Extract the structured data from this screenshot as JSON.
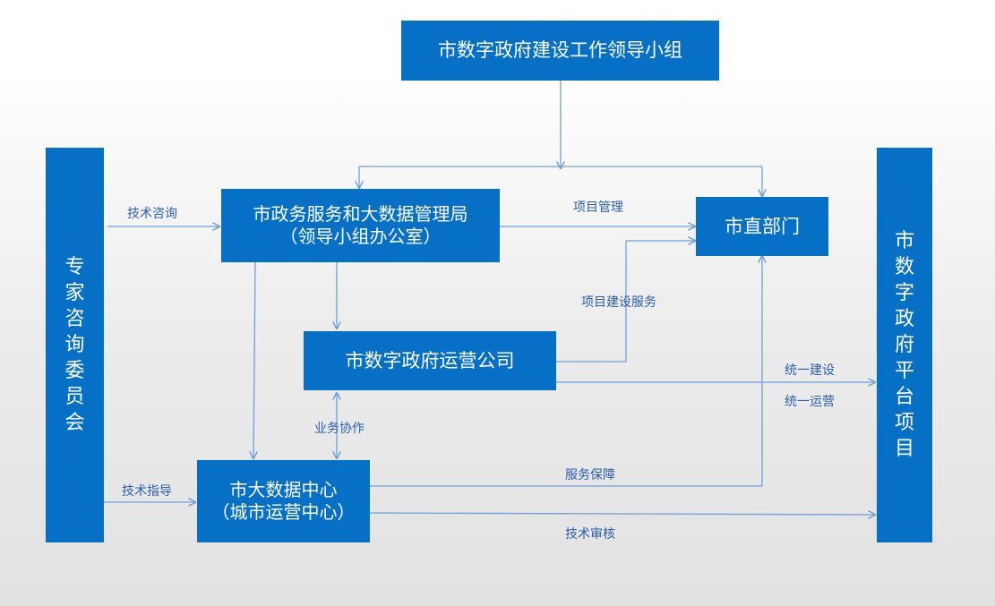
{
  "nodes": {
    "leading_group": "市数字政府建设工作领导小组",
    "bureau": "市政务服务和大数据管理局\n（领导小组办公室）",
    "city_departments": "市直部门",
    "operations_company": "市数字政府运营公司",
    "big_data_center": "市大数据中心\n（城市运营中心）",
    "expert_committee": "专家咨询委员会",
    "platform_project": "市数字政府平台项目"
  },
  "edge_labels": {
    "tech_consulting": "技术咨询",
    "project_management": "项目管理",
    "project_construction_service": "项目建设服务",
    "unified_construction": "统一建设",
    "unified_operation": "统一运营",
    "business_collaboration": "业务协作",
    "tech_guidance": "技术指导",
    "service_assurance": "服务保障",
    "tech_review": "技术审核"
  },
  "colors": {
    "box_fill": "#0670c6",
    "connector": "#6e9fdc",
    "label_text": "#2a5fb0"
  }
}
